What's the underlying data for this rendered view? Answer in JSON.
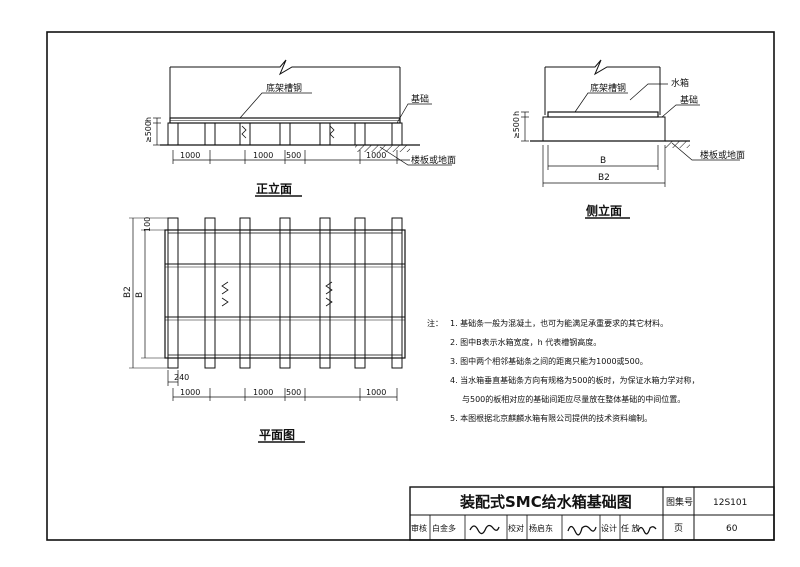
{
  "front_view": {
    "title": "正立面",
    "channel_label": "底架槽钢",
    "foundation_label": "基础",
    "floor_label": "楼板或地面",
    "height_label": "≥500",
    "h_label": "h",
    "dims": [
      "1000",
      "1000",
      "500",
      "1000"
    ]
  },
  "side_view": {
    "title": "侧立面",
    "channel_label": "底架槽钢",
    "tank_label": "水箱",
    "foundation_label": "基础",
    "floor_label": "楼板或地面",
    "height_label": "≥500",
    "h_label": "h",
    "dim_b": "B",
    "dim_b2": "B2"
  },
  "plan_view": {
    "title": "平面图",
    "dim_240": "240",
    "dim_100": "100",
    "dim_b": "B",
    "dim_b2": "B2",
    "dims": [
      "1000",
      "1000",
      "500",
      "1000"
    ]
  },
  "notes": {
    "prefix": "注：",
    "items": [
      "1. 基础条一般为混凝土，也可为能满足承重要求的其它材料。",
      "2. 图中B表示水箱宽度，h 代表槽钢高度。",
      "3. 图中两个相邻基础条之间的距离只能为1000或500。",
      "4. 当水箱垂直基础条方向有规格为500的板时，为保证水箱力学对称，",
      "与500的板相对应的基础间距应尽量放在整体基础的中间位置。",
      "5. 本图根据北京麒麟水箱有限公司提供的技术资料编制。"
    ]
  },
  "title_block": {
    "drawing_title": "装配式SMC给水箱基础图",
    "atlas_label": "图集号",
    "atlas_no": "12S101",
    "review_label": "审核",
    "reviewer": "白金多",
    "check_label": "校对",
    "checker": "杨启东",
    "design_label": "设计",
    "designer": "任 放",
    "page_label": "页",
    "page_no": "60"
  }
}
